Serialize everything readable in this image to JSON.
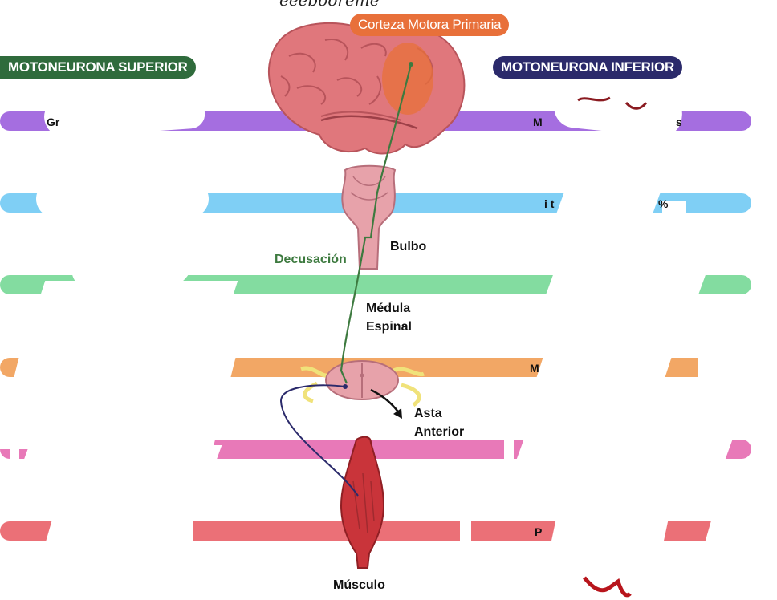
{
  "header": {
    "top_script_text": "eeebooreme"
  },
  "pills": {
    "cortex": {
      "label": "Corteza Motora Primaria",
      "color": "#e8703a"
    },
    "upper": {
      "label": "MOTONEURONA SUPERIOR",
      "color": "#2f6b3c"
    },
    "lower": {
      "label": "MOTONEURONA INFERIOR",
      "color": "#2b2a6b"
    }
  },
  "bands": [
    {
      "color": "#a56ee0"
    },
    {
      "color": "#7fcff5"
    },
    {
      "color": "#83dca0"
    },
    {
      "color": "#f2a765"
    },
    {
      "color": "#e879b8"
    },
    {
      "color": "#eb7077"
    }
  ],
  "labels": {
    "bulbo": "Bulbo",
    "decusacion": "Decusación",
    "medula": "Médula",
    "espinal": "Espinal",
    "asta": "Asta",
    "anterior": "Anterior",
    "musculo": "Músculo"
  },
  "fragments": {
    "band1_left": "Gr",
    "band1_right_a": "M",
    "band1_right_b": "s",
    "band2_right_a": "i t",
    "band2_right_b": "%",
    "band4_right": "M",
    "band6_right": "P"
  },
  "colors": {
    "upper_neuron_path": "#3d7a3f",
    "lower_neuron_path": "#2b2a6b",
    "brain": "#e0777c",
    "spinal": "#e7a2aa",
    "muscle": "#c9343a"
  }
}
